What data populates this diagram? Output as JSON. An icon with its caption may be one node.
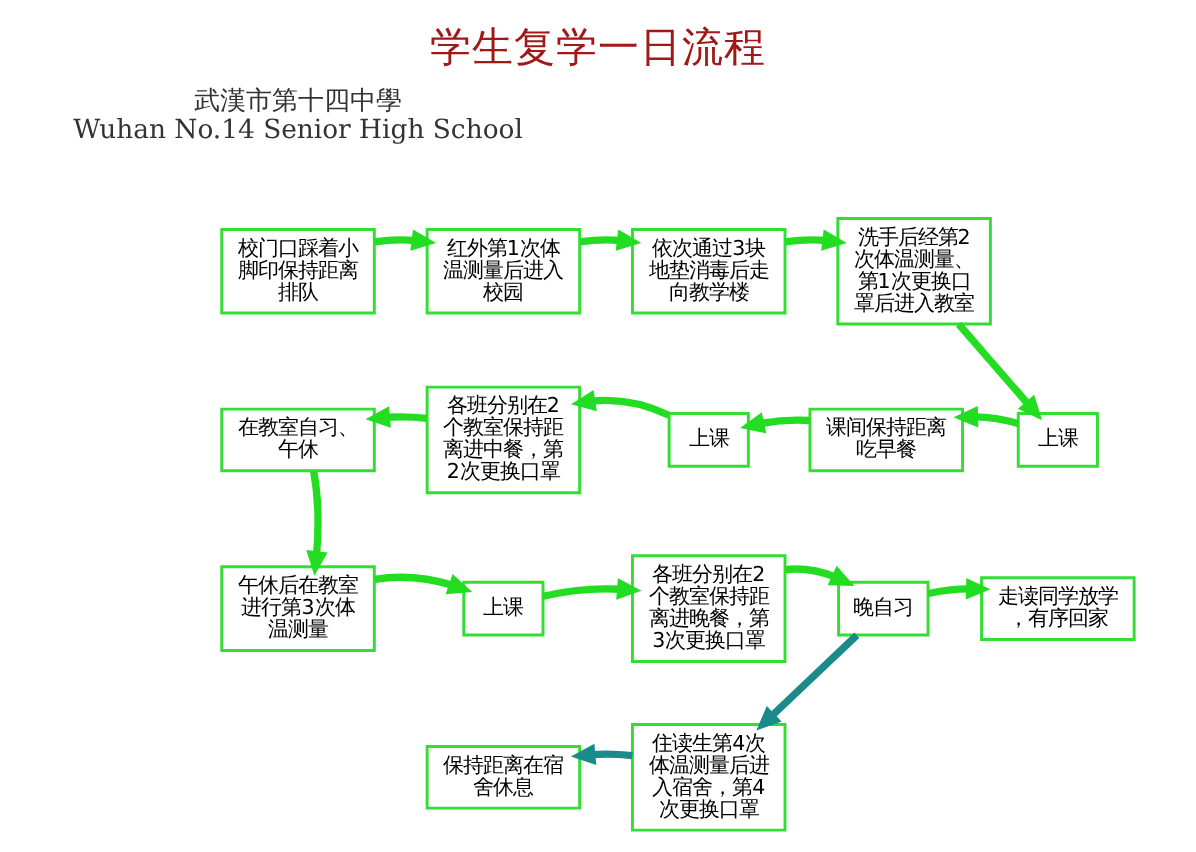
{
  "diagram": {
    "title": "学生复学一日流程",
    "nodes": [
      {
        "text": [
          "校门口踩着小脚印保持距离排队"
        ]
      },
      {
        "text": [
          "红外第1次体温测量后进入校园"
        ]
      },
      {
        "text": [
          "依次通过3块地垫消毒后走向教学楼"
        ]
      },
      {
        "text": [
          "洗手后经第2次体温测量、第1次更换口罩后进入教室"
        ]
      },
      {
        "text": [
          "上课"
        ]
      },
      {
        "text": [
          "课间保持距离吃早餐"
        ]
      },
      {
        "text": [
          "上课"
        ]
      },
      {
        "text": [
          "各班分别在2个教室保持距离进中餐，第2次更换口罩"
        ]
      },
      {
        "text": [
          "在教室自习、午休"
        ]
      },
      {
        "text": [
          "午休后在教室进行第3次体温测量"
        ]
      },
      {
        "text": [
          "上课"
        ]
      },
      {
        "text": [
          "各班分别在2个教室保持距离进晚餐，第3次更换口罩"
        ]
      },
      {
        "text": [
          "晚自习"
        ]
      },
      {
        "text": [
          "走读同学放学，有序回家"
        ]
      },
      {
        "text": [
          "住读生第4次体温测量后进入宿舍，第4次更换口罩"
        ]
      },
      {
        "text": [
          "保持距离在宿舍休息"
        ]
      }
    ],
    "edges": [
      {
        "from": 0,
        "to": 1,
        "arrow": "to"
      },
      {
        "from": 1,
        "to": 2,
        "arrow": "to"
      },
      {
        "from": 2,
        "to": 3,
        "arrow": "to"
      },
      {
        "from": 3,
        "to": 6,
        "arrow": "to"
      },
      {
        "from": 6,
        "to": 5,
        "arrow": "to"
      },
      {
        "from": 5,
        "to": 4,
        "arrow": "to"
      },
      {
        "from": 4,
        "to": 7,
        "arrow": "to"
      },
      {
        "from": 7,
        "to": 8,
        "arrow": "to"
      },
      {
        "from": 8,
        "to": 9,
        "arrow": "to"
      },
      {
        "from": 9,
        "to": 10,
        "arrow": "to"
      },
      {
        "from": 10,
        "to": 11,
        "arrow": "to"
      },
      {
        "from": 11,
        "to": 12,
        "arrow": "to"
      },
      {
        "from": 12,
        "to": 13,
        "arrow": "to"
      },
      {
        "from": 12,
        "to": 14,
        "arrow": "to",
        "color": "#1a8a8a"
      },
      {
        "from": 14,
        "to": 15,
        "arrow": "to",
        "color": "#1a8a8a"
      }
    ],
    "labels": [
      "武漢市第十四中學",
      "Wuhan No.14 Senior High School"
    ]
  }
}
